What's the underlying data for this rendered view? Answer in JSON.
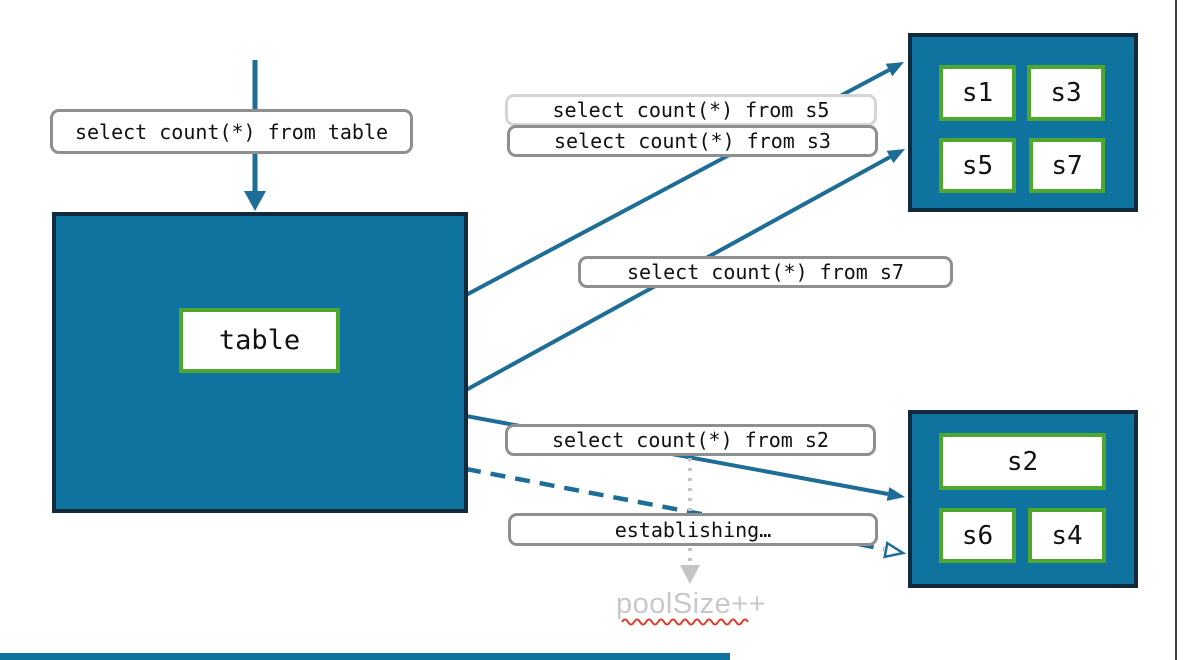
{
  "colors": {
    "teal_fill": "#0e739e",
    "dark_border": "#132a3c",
    "arrow": "#1e6d96",
    "green_border": "#4ea72e",
    "label_border": "#8f8f8f",
    "label_border_light": "#d6d4d4",
    "pool_text": "#c8c8c8",
    "squiggle": "#e23b2e",
    "edge_line": "#3e3e3e"
  },
  "query_labels": {
    "from_table": "select count(*) from table",
    "from_s5": "select count(*) from s5",
    "from_s3": "select count(*) from s3",
    "from_s7": "select count(*) from s7",
    "from_s2": "select count(*) from s2",
    "establishing": "establishing…"
  },
  "table_node": {
    "label": "table"
  },
  "shards_top": {
    "items": [
      "s1",
      "s3",
      "s5",
      "s7"
    ]
  },
  "shards_bottom": {
    "items": [
      "s2",
      "s6",
      "s4"
    ]
  },
  "annotation": {
    "pool_size": "poolSize++"
  }
}
